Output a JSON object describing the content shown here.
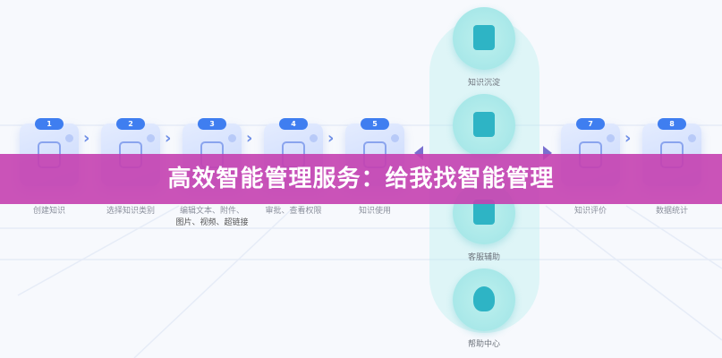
{
  "steps": [
    {
      "number": "1",
      "label": "创建知识",
      "icon": "note-add-icon"
    },
    {
      "number": "2",
      "label": "选择知识类别",
      "icon": "document-pointer-icon"
    },
    {
      "number": "3",
      "label": "编辑文本、附件、",
      "label2": "图片、视频、超链接",
      "icon": "document-edit-icon"
    },
    {
      "number": "4",
      "label": "审批、查看权限",
      "icon": "clipboard-check-icon"
    },
    {
      "number": "5",
      "label": "知识使用",
      "icon": "columns-icon"
    },
    {
      "number": "7",
      "label": "知识评价",
      "icon": "book-heart-icon"
    },
    {
      "number": "8",
      "label": "数据统计",
      "icon": "monitor-chart-icon"
    }
  ],
  "hub": [
    {
      "label": "知识沉淀",
      "icon": "book-icon"
    },
    {
      "label": "",
      "icon": "reader-icon"
    },
    {
      "label": "客服辅助",
      "icon": "headset-agent-icon"
    },
    {
      "label": "帮助中心",
      "icon": "lightbulb-icon"
    }
  ],
  "banner": {
    "title": "高效智能管理服务：给我找智能管理"
  },
  "colors": {
    "banner": "#c440b0",
    "badge": "#3f7ef0",
    "hub": "#2eb4c5"
  }
}
